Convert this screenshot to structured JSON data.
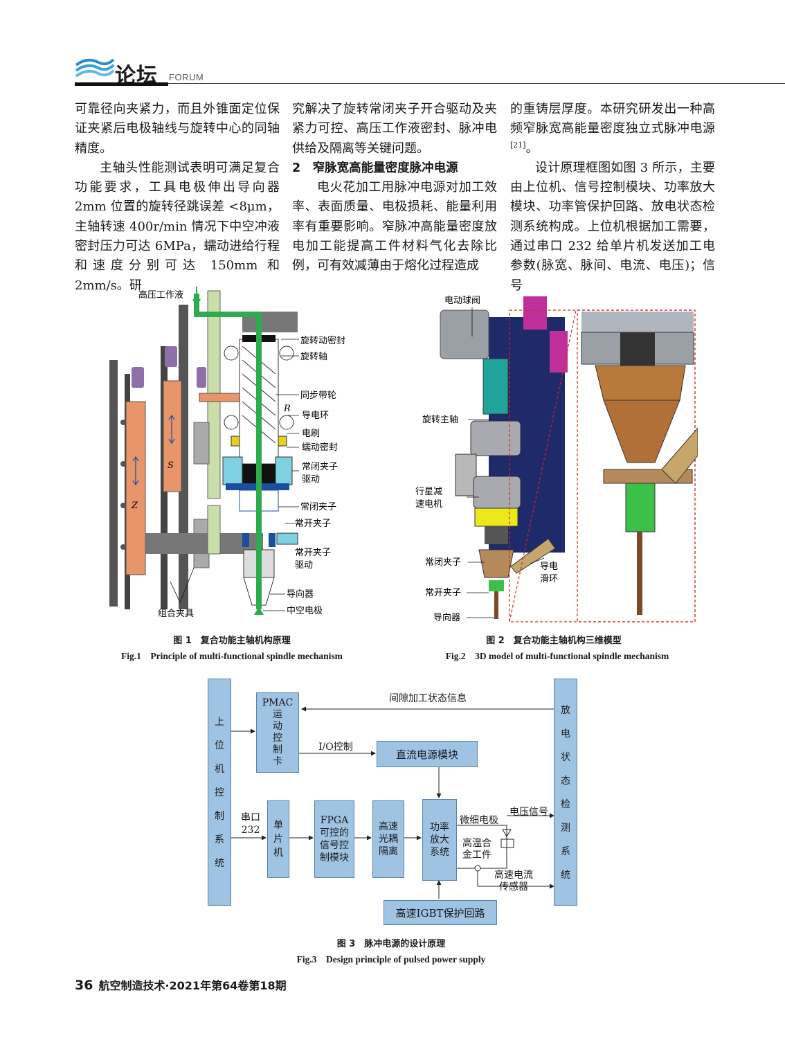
{
  "header": {
    "title": "论坛",
    "subtitle": "FORUM"
  },
  "col1": {
    "p1": "可靠径向夹紧力，而且外锥面定位保证夹紧后电极轴线与旋转中心的同轴精度。",
    "p2": "主轴头性能测试表明可满足复合功能要求，工具电极伸出导向器 2mm 位置的旋转径跳误差 <8μm，主轴转速 400r/min 情况下中空冲液密封压力可达 6MPa，蠕动进给行程和速度分别可达 150mm 和 2mm/s。研"
  },
  "col2": {
    "p1": "究解决了旋转常闭夹子开合驱动及夹紧力可控、高压工作液密封、脉冲电供给及隔离等关键问题。",
    "heading": "2　窄脉宽高能量密度脉冲电源",
    "p2": "电火花加工用脉冲电源对加工效率、表面质量、电极损耗、能量利用率有重要影响。窄脉冲高能量密度放电加工能提高工件材料气化去除比例，可有效减薄由于熔化过程造成"
  },
  "col3": {
    "p1": "的重铸层厚度。本研究研发出一种高频窄脉宽高能量密度独立式脉冲电源",
    "p1_ref": "[21]",
    "p1_end": "。",
    "p2": "设计原理框图如图 3 所示，主要由上位机、信号控制模块、功率放大模块、功率管保护回路、放电状态检测系统构成。上位机根据加工需要，通过串口 232 给单片机发送加工电参数(脉宽、脉间、电流、电压)；信号"
  },
  "fig1": {
    "caption_cn": "图 1　复合功能主轴机构原理",
    "caption_en": "Fig.1　Principle of multi-functional spindle mechanism",
    "labels": {
      "fluid": "高压工作液",
      "seal": "旋转动密封",
      "shaft": "旋转轴",
      "pulley": "同步带轮",
      "ring": "导电环",
      "brush": "电刷",
      "peristaltic": "蠕动密封",
      "nc_drive1": "常闭夹子",
      "nc_drive2": "驱动",
      "nc": "常闭夹子",
      "no": "常开夹子",
      "no_drive1": "常开夹子",
      "no_drive2": "驱动",
      "guide": "导向器",
      "electrode": "中空电极",
      "fixture": "组合夹具",
      "z": "Z",
      "s": "S",
      "r": "R"
    }
  },
  "fig2": {
    "caption_cn": "图 2　复合功能主轴机构三维模型",
    "caption_en": "Fig.2　3D model of multi-functional spindle mechanism",
    "labels": {
      "valve": "电动球阀",
      "spindle": "旋转主轴",
      "motor1": "行星减",
      "motor2": "速电机",
      "nc": "常闭夹子",
      "no": "常开夹子",
      "guide": "导向器",
      "slip1": "导电",
      "slip2": "滑环"
    }
  },
  "fig3": {
    "caption_cn": "图 3　脉冲电源的设计原理",
    "caption_en": "Fig.3　Design principle of pulsed power supply",
    "host": [
      "上",
      "位",
      "机",
      "控",
      "制",
      "系",
      "统"
    ],
    "pmac": [
      "PMAC",
      "运",
      "动",
      "控",
      "制",
      "卡"
    ],
    "detect": [
      "放",
      "电",
      "状",
      "态",
      "检",
      "测",
      "系",
      "统"
    ],
    "gap_info": "间隙加工状态信息",
    "io": "I/O控制",
    "dc": "直流电源模块",
    "serial1": "串口",
    "serial2": "232",
    "mcu": [
      "单",
      "片",
      "机"
    ],
    "fpga": [
      "FPGA",
      "可控的",
      "信号控",
      "制模块"
    ],
    "opto": [
      "高速",
      "光耦",
      "隔离"
    ],
    "amp": [
      "功率",
      "放大",
      "系统"
    ],
    "electrode": "微细电极",
    "voltage": "电压信号",
    "work1": "高温合",
    "work2": "金工件",
    "sensor1": "高速电流",
    "sensor2": "传感器",
    "igbt": "高速IGBT保护回路"
  },
  "footer": {
    "page": "36",
    "journal": "航空制造技术·2021年第64卷第18期"
  }
}
